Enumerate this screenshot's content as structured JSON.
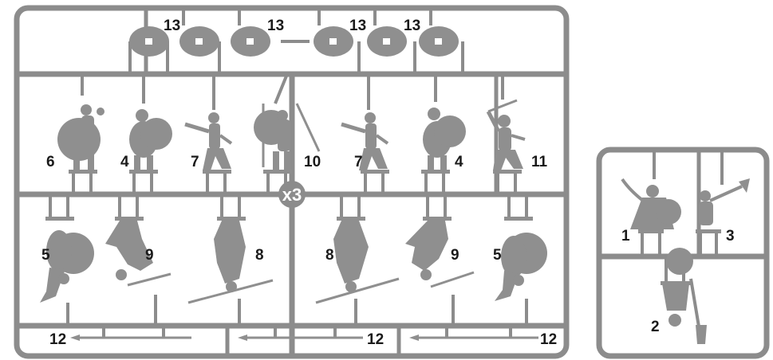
{
  "colors": {
    "sprue": "#8c8c8c",
    "figure": "#8f8f8f",
    "label": "#1a1a1a",
    "background": "#ffffff"
  },
  "main_sprue": {
    "multiplier": "x3",
    "shield_labels": [
      "13",
      "13",
      "13",
      "13"
    ],
    "row1_labels": [
      "6",
      "4",
      "7",
      "10",
      "7",
      "4",
      "11"
    ],
    "row2_labels": [
      "5",
      "9",
      "8",
      "8",
      "9",
      "5"
    ],
    "spear_labels": [
      "12",
      "12",
      "12"
    ]
  },
  "small_sprue": {
    "labels": [
      "1",
      "3",
      "2"
    ]
  }
}
